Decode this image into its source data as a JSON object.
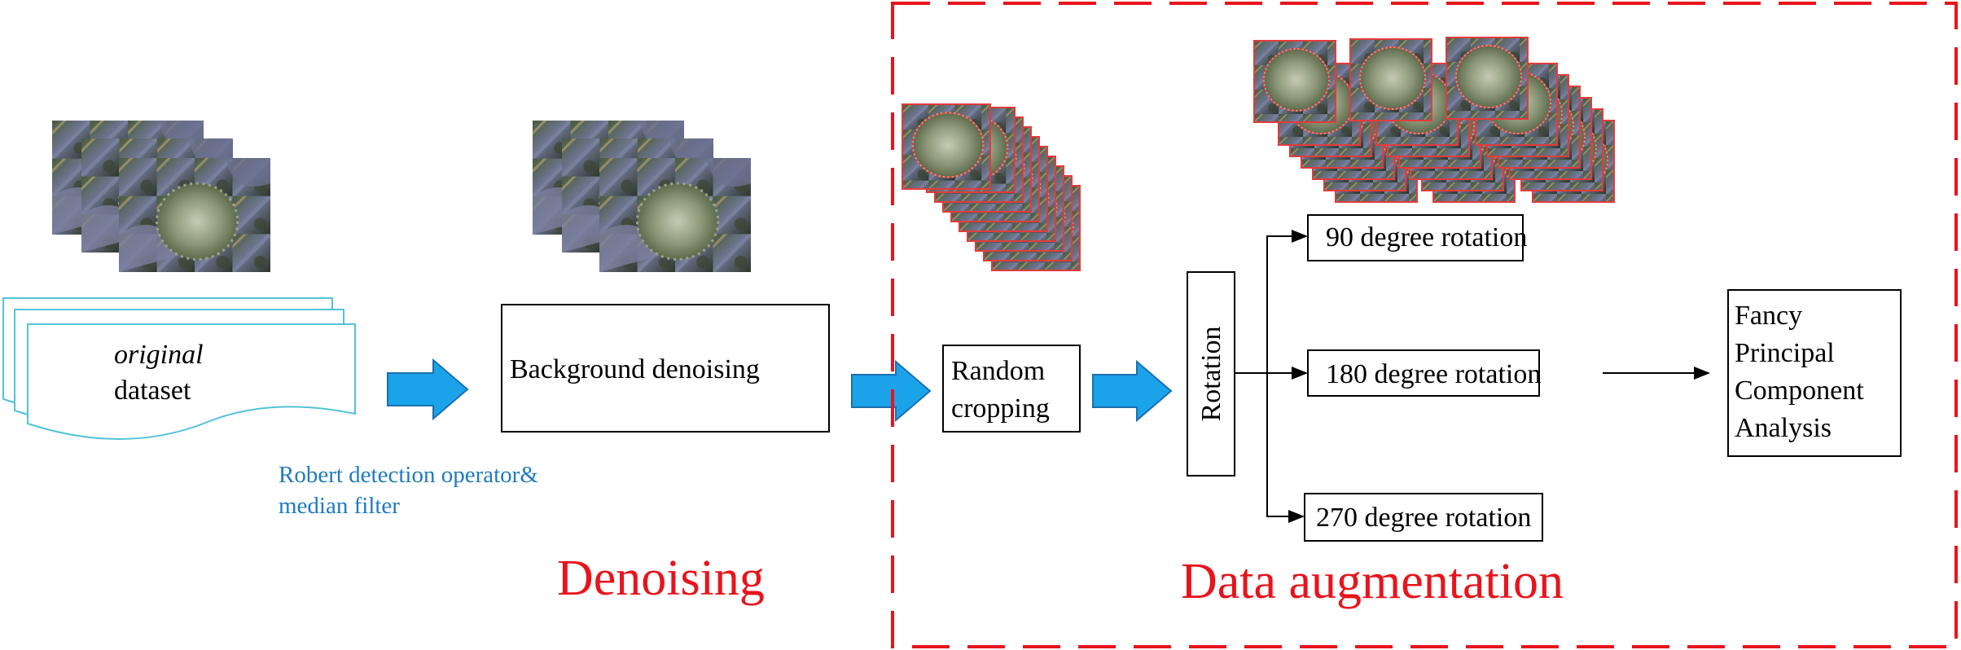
{
  "stages": {
    "denoising_title": "Denoising",
    "augmentation_title": "Data augmentation"
  },
  "dataset": {
    "line1": "original",
    "line2": "dataset"
  },
  "operator_note": {
    "line1": "Robert detection operator&",
    "line2": "median filter"
  },
  "boxes": {
    "background_denoising": "Background denoising",
    "random_cropping_line1": "Random",
    "random_cropping_line2": "cropping",
    "rotation": "Rotation",
    "rot_90": "90 degree rotation",
    "rot_180": "180 degree rotation",
    "rot_270": "270 degree rotation",
    "fpca_line1": "Fancy",
    "fpca_line2": "Principal",
    "fpca_line3": "Component",
    "fpca_line4": "Analysis"
  },
  "colors": {
    "stage_title": "#e8141c",
    "note_text": "#1f7bbf",
    "block_arrow": "#1aa3e8",
    "block_arrow_stroke": "#1b6fb0",
    "document_stroke": "#52c3d8",
    "dashed_frame": "#e8141c",
    "thumb_border": "#e33b3b"
  }
}
